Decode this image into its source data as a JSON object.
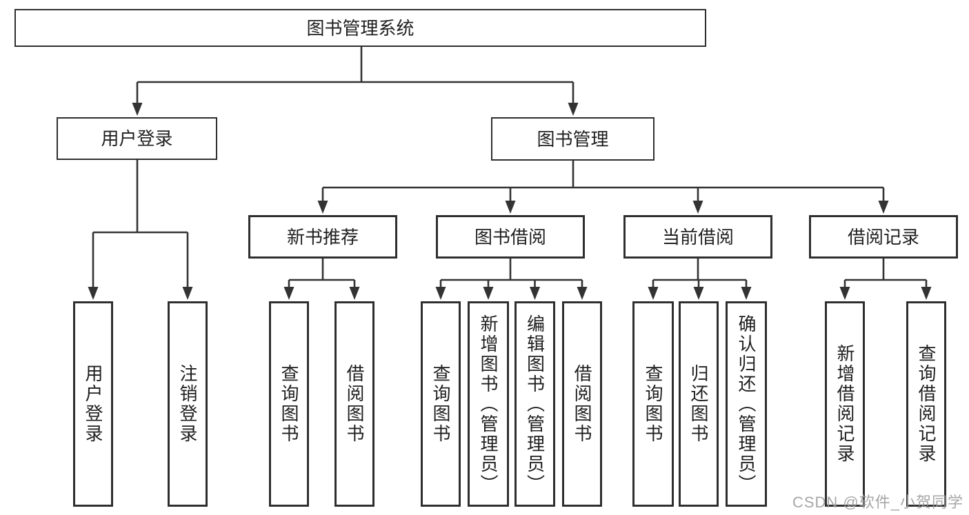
{
  "tree": {
    "root": {
      "label": "图书管理系统"
    },
    "branches": [
      {
        "label": "用户登录",
        "leaves": [
          {
            "label": "用户登录"
          },
          {
            "label": "注销登录"
          }
        ]
      },
      {
        "label": "图书管理",
        "groups": [
          {
            "label": "新书推荐",
            "leaves": [
              {
                "label": "查询图书"
              },
              {
                "label": "借阅图书"
              }
            ]
          },
          {
            "label": "图书借阅",
            "leaves": [
              {
                "label": "查询图书"
              },
              {
                "label": "新增图书（管理员）"
              },
              {
                "label": "编辑图书（管理员）"
              },
              {
                "label": "借阅图书"
              }
            ]
          },
          {
            "label": "当前借阅",
            "leaves": [
              {
                "label": "查询图书"
              },
              {
                "label": "归还图书"
              },
              {
                "label": "确认归还（管理员）"
              }
            ]
          },
          {
            "label": "借阅记录",
            "leaves": [
              {
                "label": "新增借阅记录"
              },
              {
                "label": "查询借阅记录"
              }
            ]
          }
        ]
      }
    ]
  },
  "watermark": {
    "text": "CSDN @软件_小贺同学"
  },
  "colors": {
    "line": "#333333",
    "box_border": "#2e2e2e",
    "text": "#1f1f1f",
    "watermark": "#9d9d9d",
    "background": "#ffffff"
  }
}
